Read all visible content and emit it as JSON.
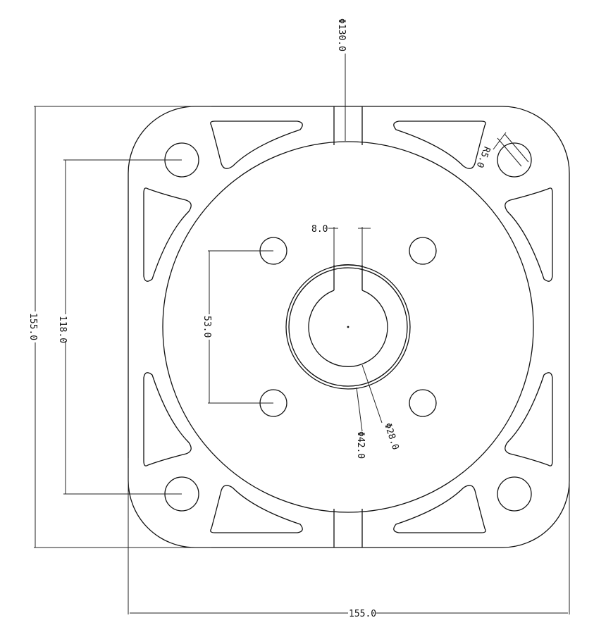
{
  "drawing": {
    "dimensions": {
      "bore_circle": "Φ130.0",
      "overall_height": "155.0",
      "outer_hole_spacing": "118.0",
      "inner_hole_spacing": "53.0",
      "overall_width": "155.0",
      "keyway_width": "8.0",
      "hub_diameter": "Φ42.0",
      "shaft_diameter": "Φ28.0",
      "corner_radius": "R5.0"
    },
    "colors": {
      "line": "#111111",
      "background": "#ffffff"
    }
  }
}
